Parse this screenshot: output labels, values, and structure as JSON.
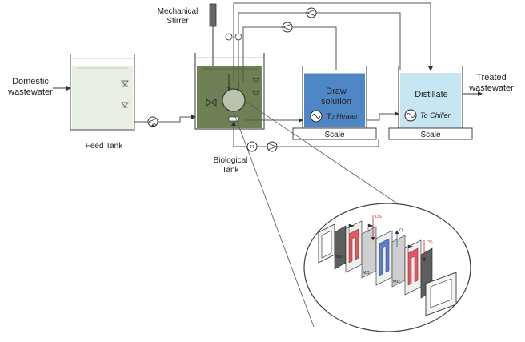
{
  "labels": {
    "inlet": [
      "Domestic",
      "wastewater"
    ],
    "stirrer": [
      "Mechanical",
      "Stirrer"
    ],
    "feed_tank": "Feed Tank",
    "bio_tank": [
      "Biological",
      "Tank"
    ],
    "draw_solution": [
      "Draw",
      "solution"
    ],
    "heater": "To Heater",
    "distillate": "Distillate",
    "chiller": "To Chiller",
    "scale_left": "Scale",
    "scale_right": "Scale",
    "outlet": [
      "Treated",
      "wastewater"
    ],
    "flow_indicator": "FI"
  },
  "inset": {
    "ds_left": "DS",
    "o_label": "O",
    "ds_right": "DS",
    "md_left": "MD",
    "md_right": "MD"
  },
  "colors": {
    "bio_liquid": "#6f8054",
    "draw_liquid": "#4f86c6",
    "distillate_liquid": "#c6e6f3",
    "feed_liquid": "#e8f0e5",
    "red_channel": "#e05a62",
    "blue_channel": "#5b7ec9"
  },
  "icons": [
    "pump-icon",
    "heat-exchanger-icon",
    "flow-indicator-icon",
    "valve-icon",
    "membrane-module-icon",
    "stirrer-icon"
  ]
}
